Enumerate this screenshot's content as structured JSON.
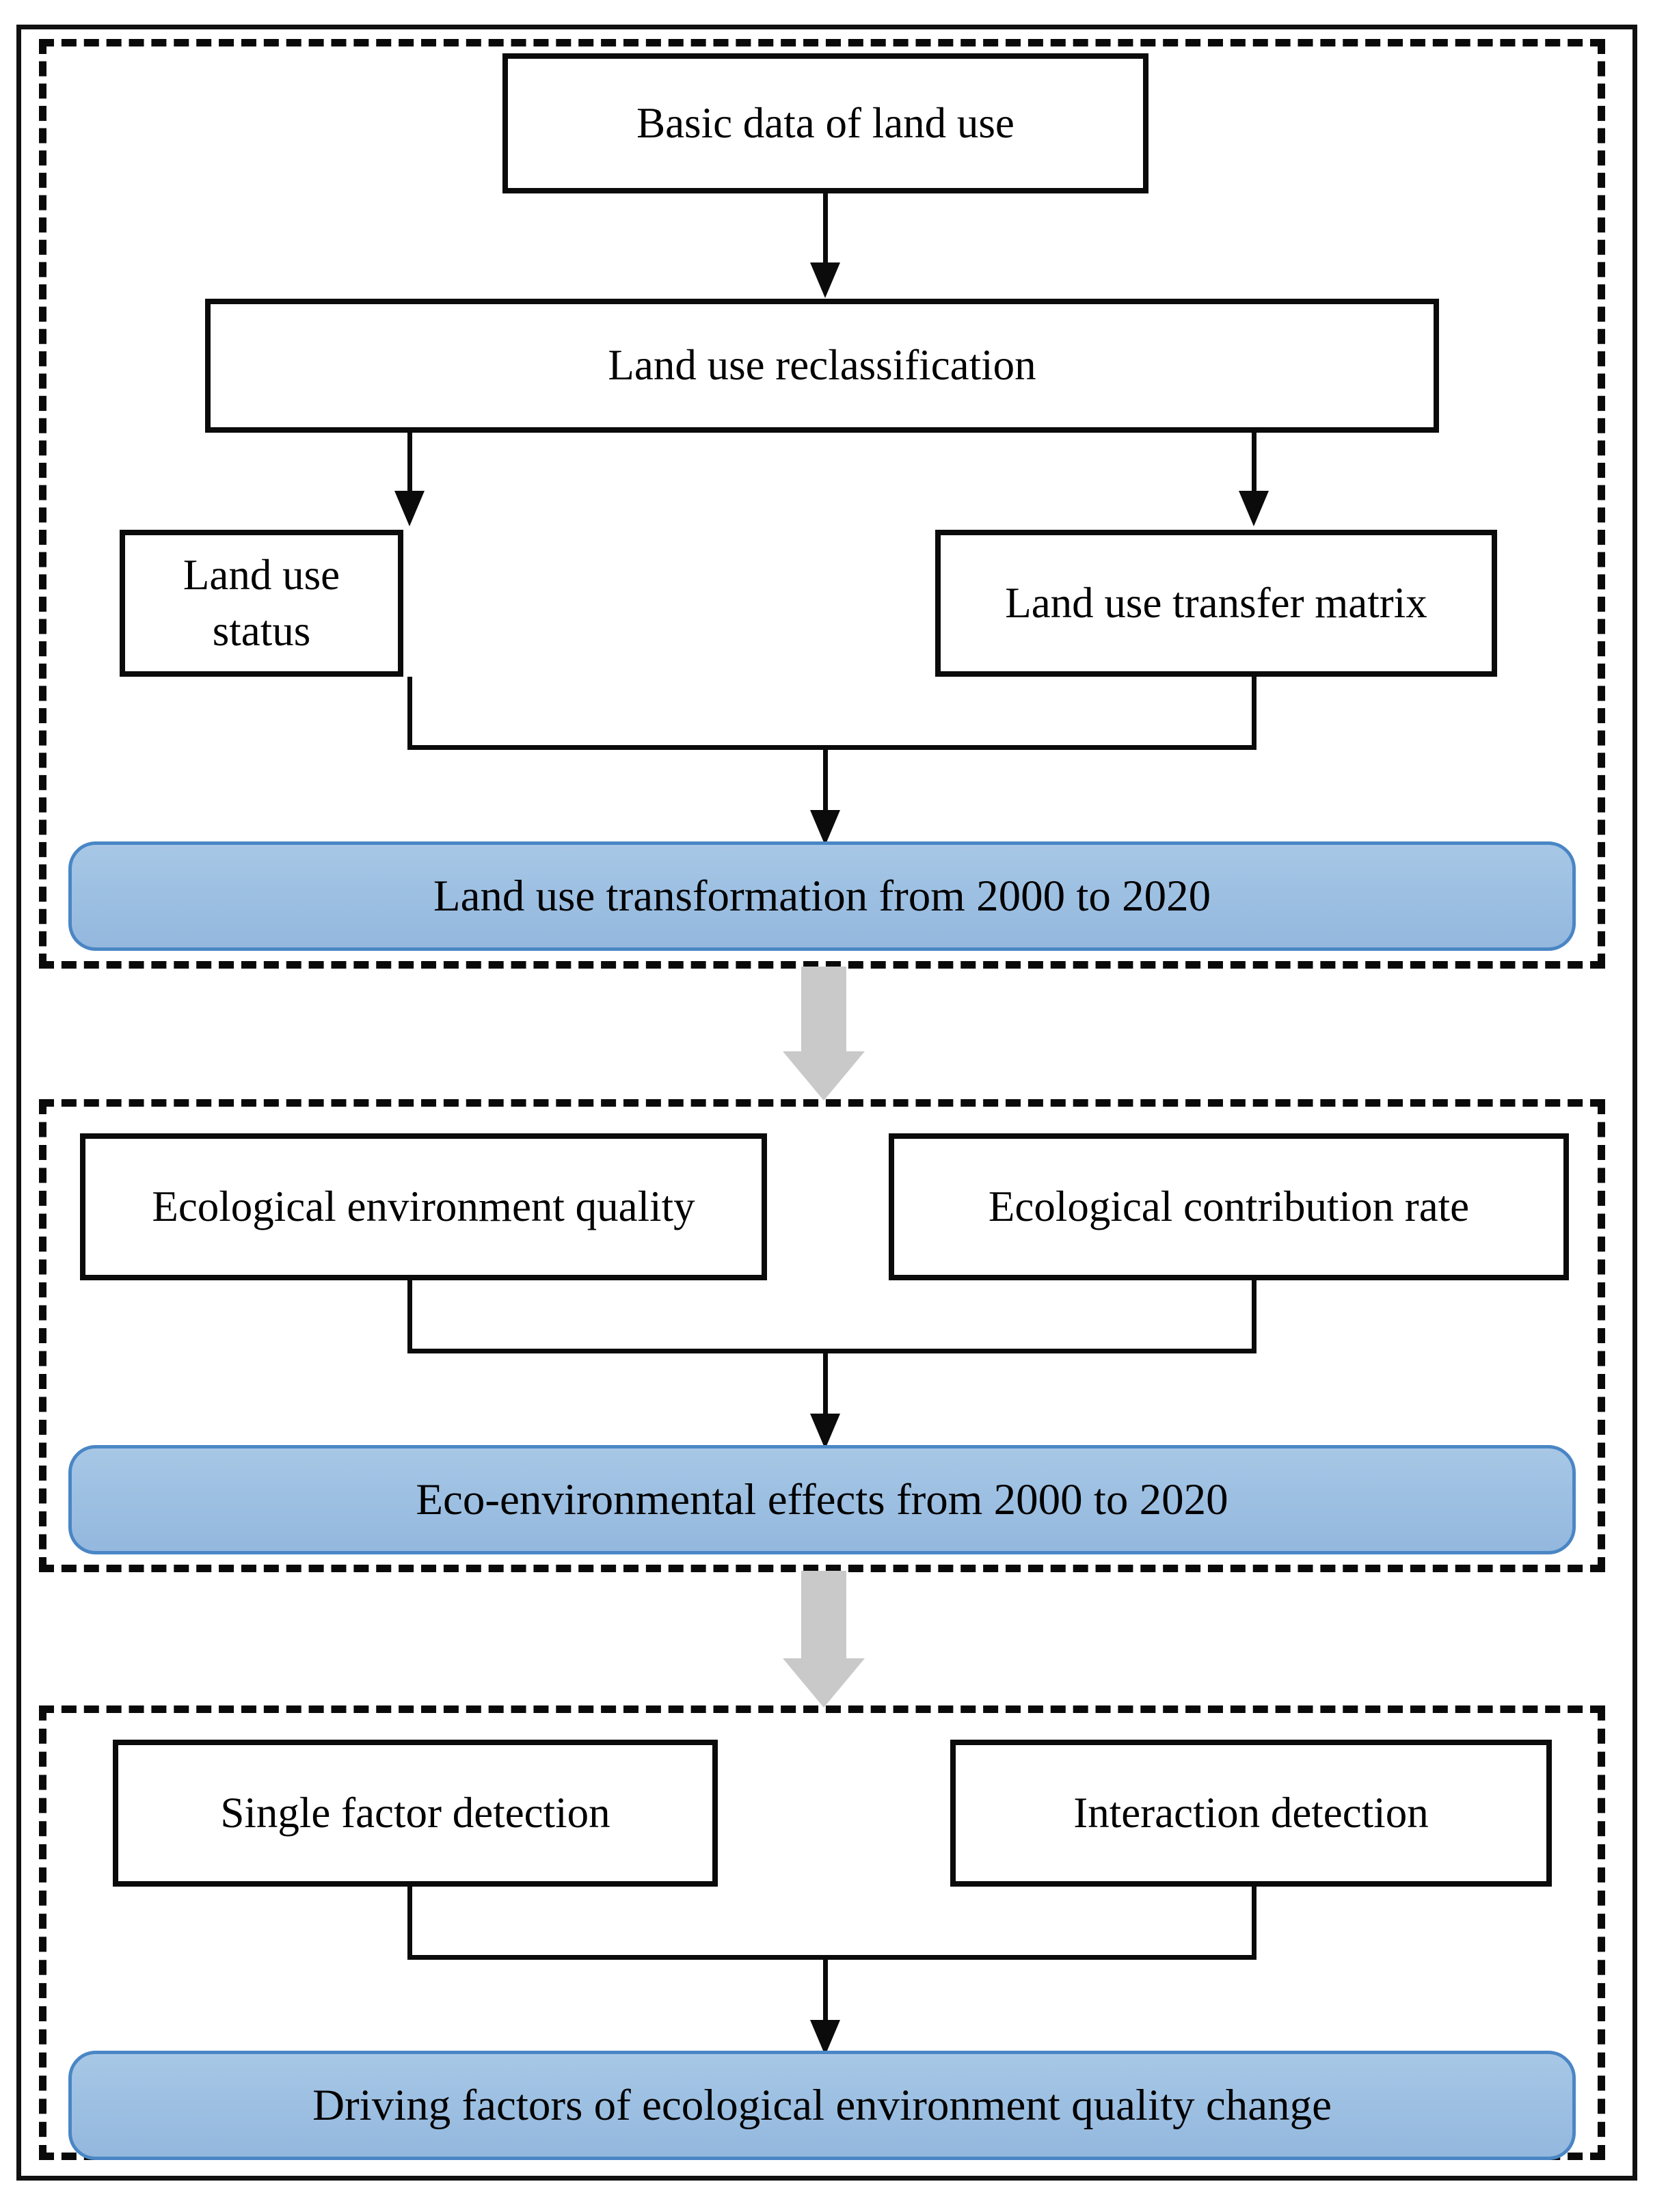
{
  "diagram": {
    "title": "Research framework flowchart",
    "colors": {
      "box_border": "#0b0b0b",
      "box_fill": "#ffffff",
      "panel_border": "#0a0a0a",
      "result_fill_top": "#a8c7e6",
      "result_fill_bottom": "#94b8de",
      "result_border": "#4a86c5",
      "block_arrow": "#c9c9c9",
      "connector": "#0b0b0b",
      "text": "#000000"
    },
    "stages": [
      {
        "id": "stage-1",
        "name": "land-use-transformation-stage",
        "boxes": [
          {
            "id": "basic-data",
            "label": "Basic data of land use"
          },
          {
            "id": "reclassification",
            "label": "Land use reclassification"
          },
          {
            "id": "status",
            "label": "Land use status"
          },
          {
            "id": "transfer-matrix",
            "label": "Land use transfer matrix"
          }
        ],
        "result": {
          "id": "result-1",
          "label": "Land use transformation from 2000 to 2020"
        }
      },
      {
        "id": "stage-2",
        "name": "eco-environmental-effects-stage",
        "boxes": [
          {
            "id": "eco-quality",
            "label": "Ecological environment quality"
          },
          {
            "id": "eco-contribution",
            "label": "Ecological contribution rate"
          }
        ],
        "result": {
          "id": "result-2",
          "label": "Eco-environmental effects from 2000 to 2020"
        }
      },
      {
        "id": "stage-3",
        "name": "driving-factors-stage",
        "boxes": [
          {
            "id": "single-factor",
            "label": "Single factor detection"
          },
          {
            "id": "interaction-detect",
            "label": "Interaction detection"
          }
        ],
        "result": {
          "id": "result-3",
          "label": "Driving factors of ecological environment quality change"
        }
      }
    ],
    "connectors": {
      "stage_link_1_2": "down-block-arrow",
      "stage_link_2_3": "down-block-arrow"
    }
  }
}
